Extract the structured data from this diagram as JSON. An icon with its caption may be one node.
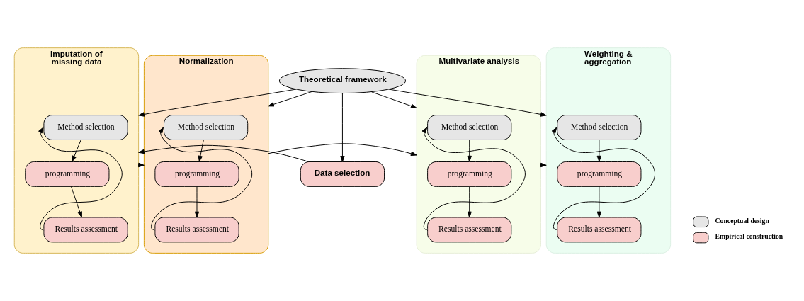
{
  "diagram": {
    "nodes": [
      {
        "text": [
          "Theoretical framework"
        ]
      },
      {
        "text": [
          "Data selection"
        ]
      },
      {
        "text": [
          "Imputation of missing data"
        ]
      },
      {
        "text": [
          "Method selection"
        ],
        "in": 2
      },
      {
        "text": [
          "programming"
        ],
        "in": 2
      },
      {
        "text": [
          "Results assessment"
        ],
        "in": 2
      },
      {
        "text": [
          "Normalization"
        ]
      },
      {
        "text": [
          "Method selection"
        ],
        "in": 6
      },
      {
        "text": [
          "programming"
        ],
        "in": 6
      },
      {
        "text": [
          "Results assessment"
        ],
        "in": 6
      },
      {
        "text": [
          "Multivariate analysis"
        ]
      },
      {
        "text": [
          "Method selection"
        ],
        "in": 10
      },
      {
        "text": [
          "programming"
        ],
        "in": 10
      },
      {
        "text": [
          "Results assessment"
        ],
        "in": 10
      },
      {
        "text": [
          "Weighting & aggregation"
        ]
      },
      {
        "text": [
          "Method selection"
        ],
        "in": 14
      },
      {
        "text": [
          "programming"
        ],
        "in": 14
      },
      {
        "text": [
          "Results assessment"
        ],
        "in": 14
      }
    ],
    "edges": [
      {
        "from": 0,
        "to": 1,
        "arrow": "to"
      },
      {
        "from": 0,
        "to": 2,
        "arrow": "to"
      },
      {
        "from": 0,
        "to": 6,
        "arrow": "to"
      },
      {
        "from": 0,
        "to": 10,
        "arrow": "to"
      },
      {
        "from": 0,
        "to": 14,
        "arrow": "to"
      },
      {
        "from": 1,
        "to": 2,
        "arrow": "to"
      },
      {
        "from": 2,
        "to": 6,
        "arrow": "to"
      },
      {
        "from": 6,
        "to": 10,
        "arrow": "to"
      },
      {
        "from": 10,
        "to": 14,
        "arrow": "to"
      },
      {
        "from": 3,
        "to": 4,
        "arrow": "to"
      },
      {
        "from": 4,
        "to": 5,
        "arrow": "to"
      },
      {
        "from": 5,
        "to": 3,
        "arrow": "to"
      },
      {
        "from": 7,
        "to": 8,
        "arrow": "to"
      },
      {
        "from": 8,
        "to": 9,
        "arrow": "to"
      },
      {
        "from": 9,
        "to": 7,
        "arrow": "to"
      },
      {
        "from": 11,
        "to": 12,
        "arrow": "to"
      },
      {
        "from": 12,
        "to": 13,
        "arrow": "to"
      },
      {
        "from": 13,
        "to": 11,
        "arrow": "to"
      },
      {
        "from": 15,
        "to": 16,
        "arrow": "to"
      },
      {
        "from": 16,
        "to": 17,
        "arrow": "to"
      },
      {
        "from": 17,
        "to": 15,
        "arrow": "to"
      }
    ],
    "legend": [
      {
        "text": "Conceptual design",
        "color": "#e6e6e6"
      },
      {
        "text": "Empirical construction",
        "color": "#f8cecc"
      }
    ]
  }
}
